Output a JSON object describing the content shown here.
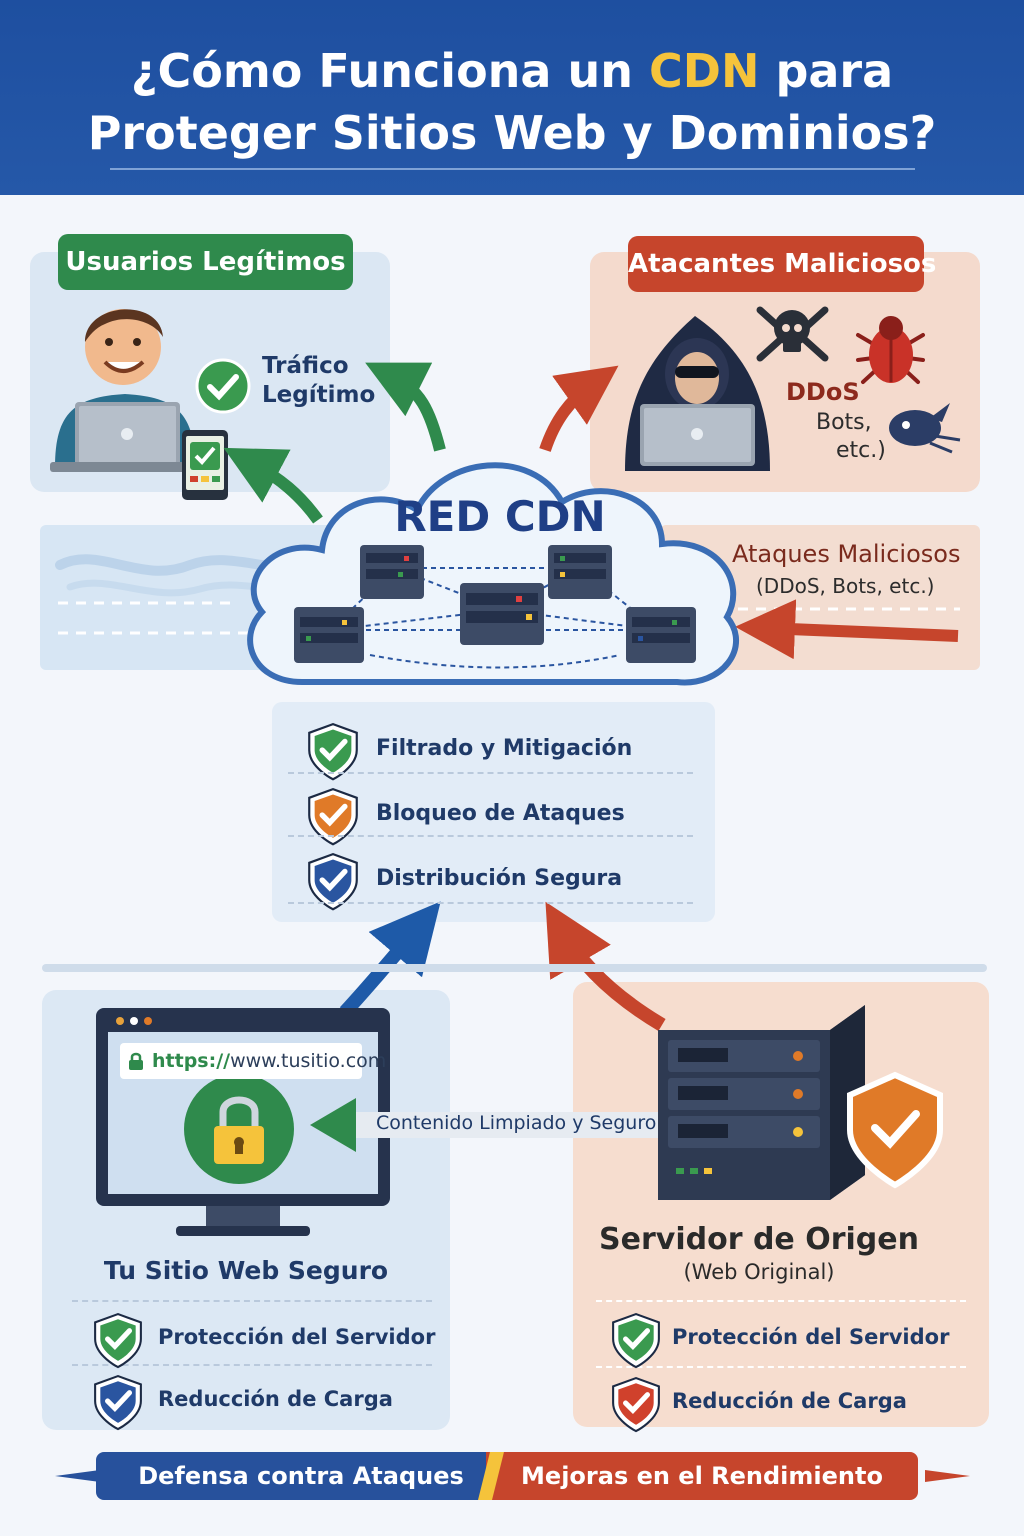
{
  "header": {
    "title_pre": "¿Cómo Funciona un ",
    "title_highlight": "CDN",
    "title_post": " para",
    "title_line2": "Proteger Sitios Web y Dominios?"
  },
  "users_panel": {
    "ribbon": "Usuarios Legítimos",
    "traffic_line1": "Tráfico",
    "traffic_line2": "Legítimo"
  },
  "attackers_panel": {
    "ribbon": "Atacantes Maliciosos",
    "line1": "DDoS",
    "line2": "Bots,",
    "line3": "etc.)"
  },
  "cdn": {
    "title": "RED CDN",
    "attacks_line1": "Ataques Maliciosos",
    "attacks_line2": "(DDoS, Bots, etc.)"
  },
  "features": [
    {
      "label": "Filtrado y Mitigación",
      "color": "#3a9a4f"
    },
    {
      "label": "Bloqueo de Ataques",
      "color": "#e07a28"
    },
    {
      "label": "Distribución Segura",
      "color": "#2a55a0"
    }
  ],
  "site": {
    "url_secure": "https://",
    "url_rest": "www.tusitio.com",
    "title": "Tu Sitio Web Seguro",
    "items": [
      {
        "label": "Protección del Servidor",
        "color": "#3a9a4f"
      },
      {
        "label": "Reducción de Carga",
        "color": "#2a55a0"
      }
    ]
  },
  "arrow_label": "Contenido Limpiado y Seguro",
  "origin": {
    "title": "Servidor de Origen",
    "subtitle": "(Web Original)",
    "items": [
      {
        "label": "Protección del Servidor",
        "color": "#3a9a4f"
      },
      {
        "label": "Reducción de Carga",
        "color": "#d0412c"
      }
    ]
  },
  "footer": {
    "left": "Defensa contra Ataques",
    "right": "Mejoras en el Rendimiento"
  },
  "colors": {
    "brand_blue": "#1e4fa0",
    "accent_yellow": "#f5c33b",
    "green": "#2f8a4c",
    "red": "#c6452c"
  }
}
